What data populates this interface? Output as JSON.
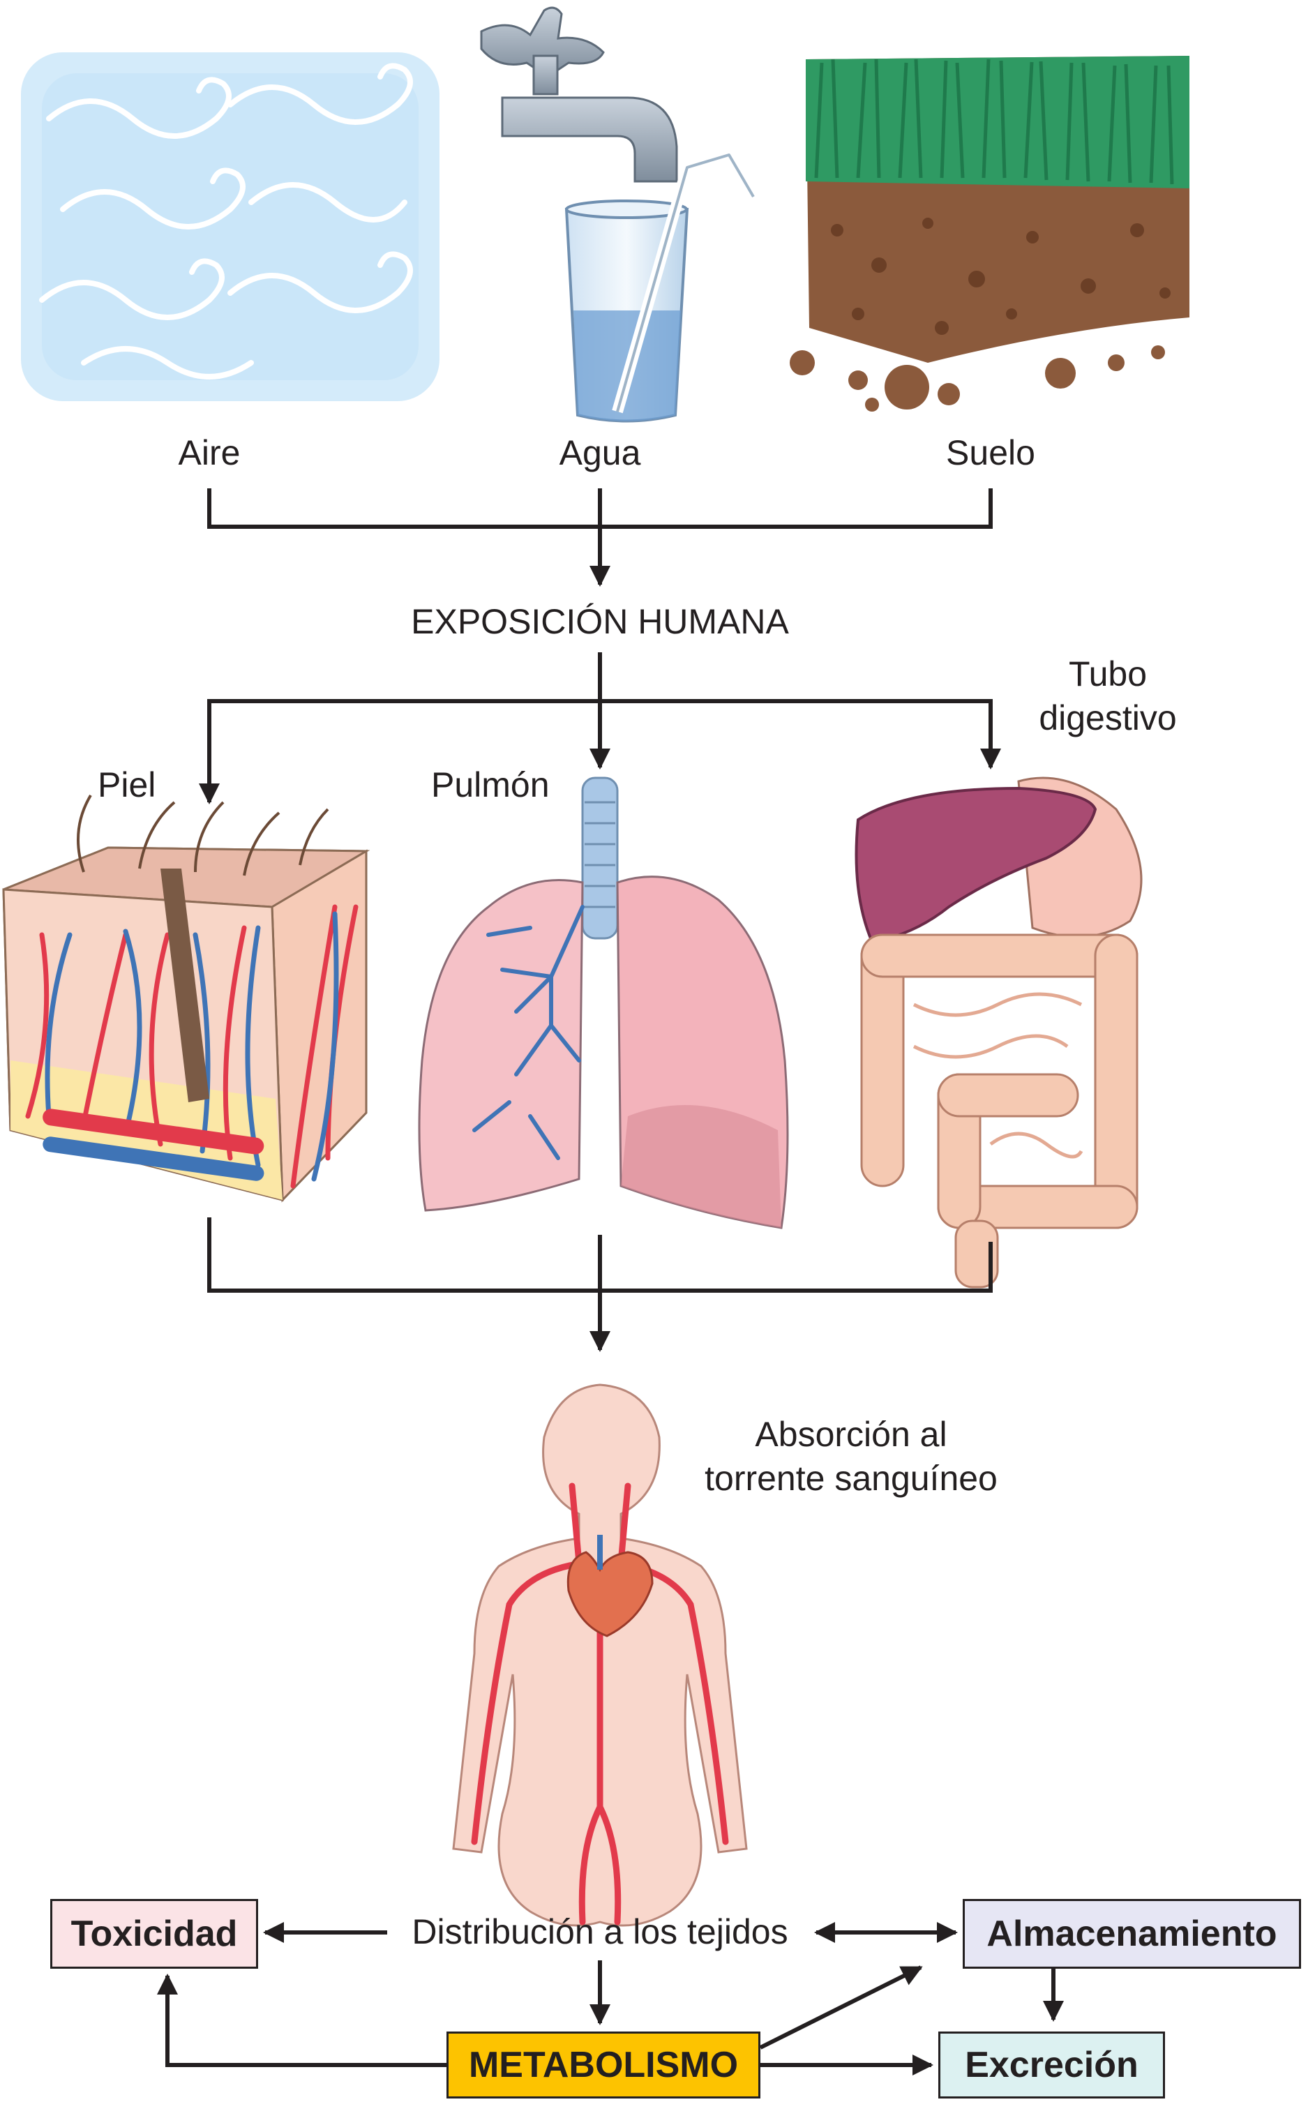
{
  "sources": {
    "air": "Aire",
    "water": "Agua",
    "soil": "Suelo"
  },
  "exposure": "EXPOSICIÓN HUMANA",
  "routes": {
    "skin": "Piel",
    "lung": "Pulmón",
    "digestive_line1": "Tubo",
    "digestive_line2": "digestivo"
  },
  "absorption": {
    "line1": "Absorción al",
    "line2": "torrente sanguíneo"
  },
  "distribution": "Distribución a los tejidos",
  "outcomes": {
    "toxicity": "Toxicidad",
    "storage": "Almacenamiento",
    "metabolism": "METABOLISMO",
    "excretion": "Excreción"
  },
  "colors": {
    "toxicity_box": "#fbe3e6",
    "storage_box": "#e6e6f4",
    "metabolism_box": "#fdc300",
    "excretion_box": "#dcf1f1",
    "skin_tone": "#f9d7cc",
    "artery": "#e23a4b",
    "vein": "#3f74b6",
    "liver": "#a94b72",
    "lung_pink": "#f3b3bb",
    "trachea": "#a9c7e6",
    "air": "#cfe8f8",
    "grass": "#2f9a63",
    "soil": "#8b5a3c"
  },
  "icons": [
    "air-icon",
    "faucet-icon",
    "water-glass-icon",
    "soil-icon",
    "skin-icon",
    "lung-icon",
    "digestive-tract-icon",
    "human-body-icon"
  ]
}
